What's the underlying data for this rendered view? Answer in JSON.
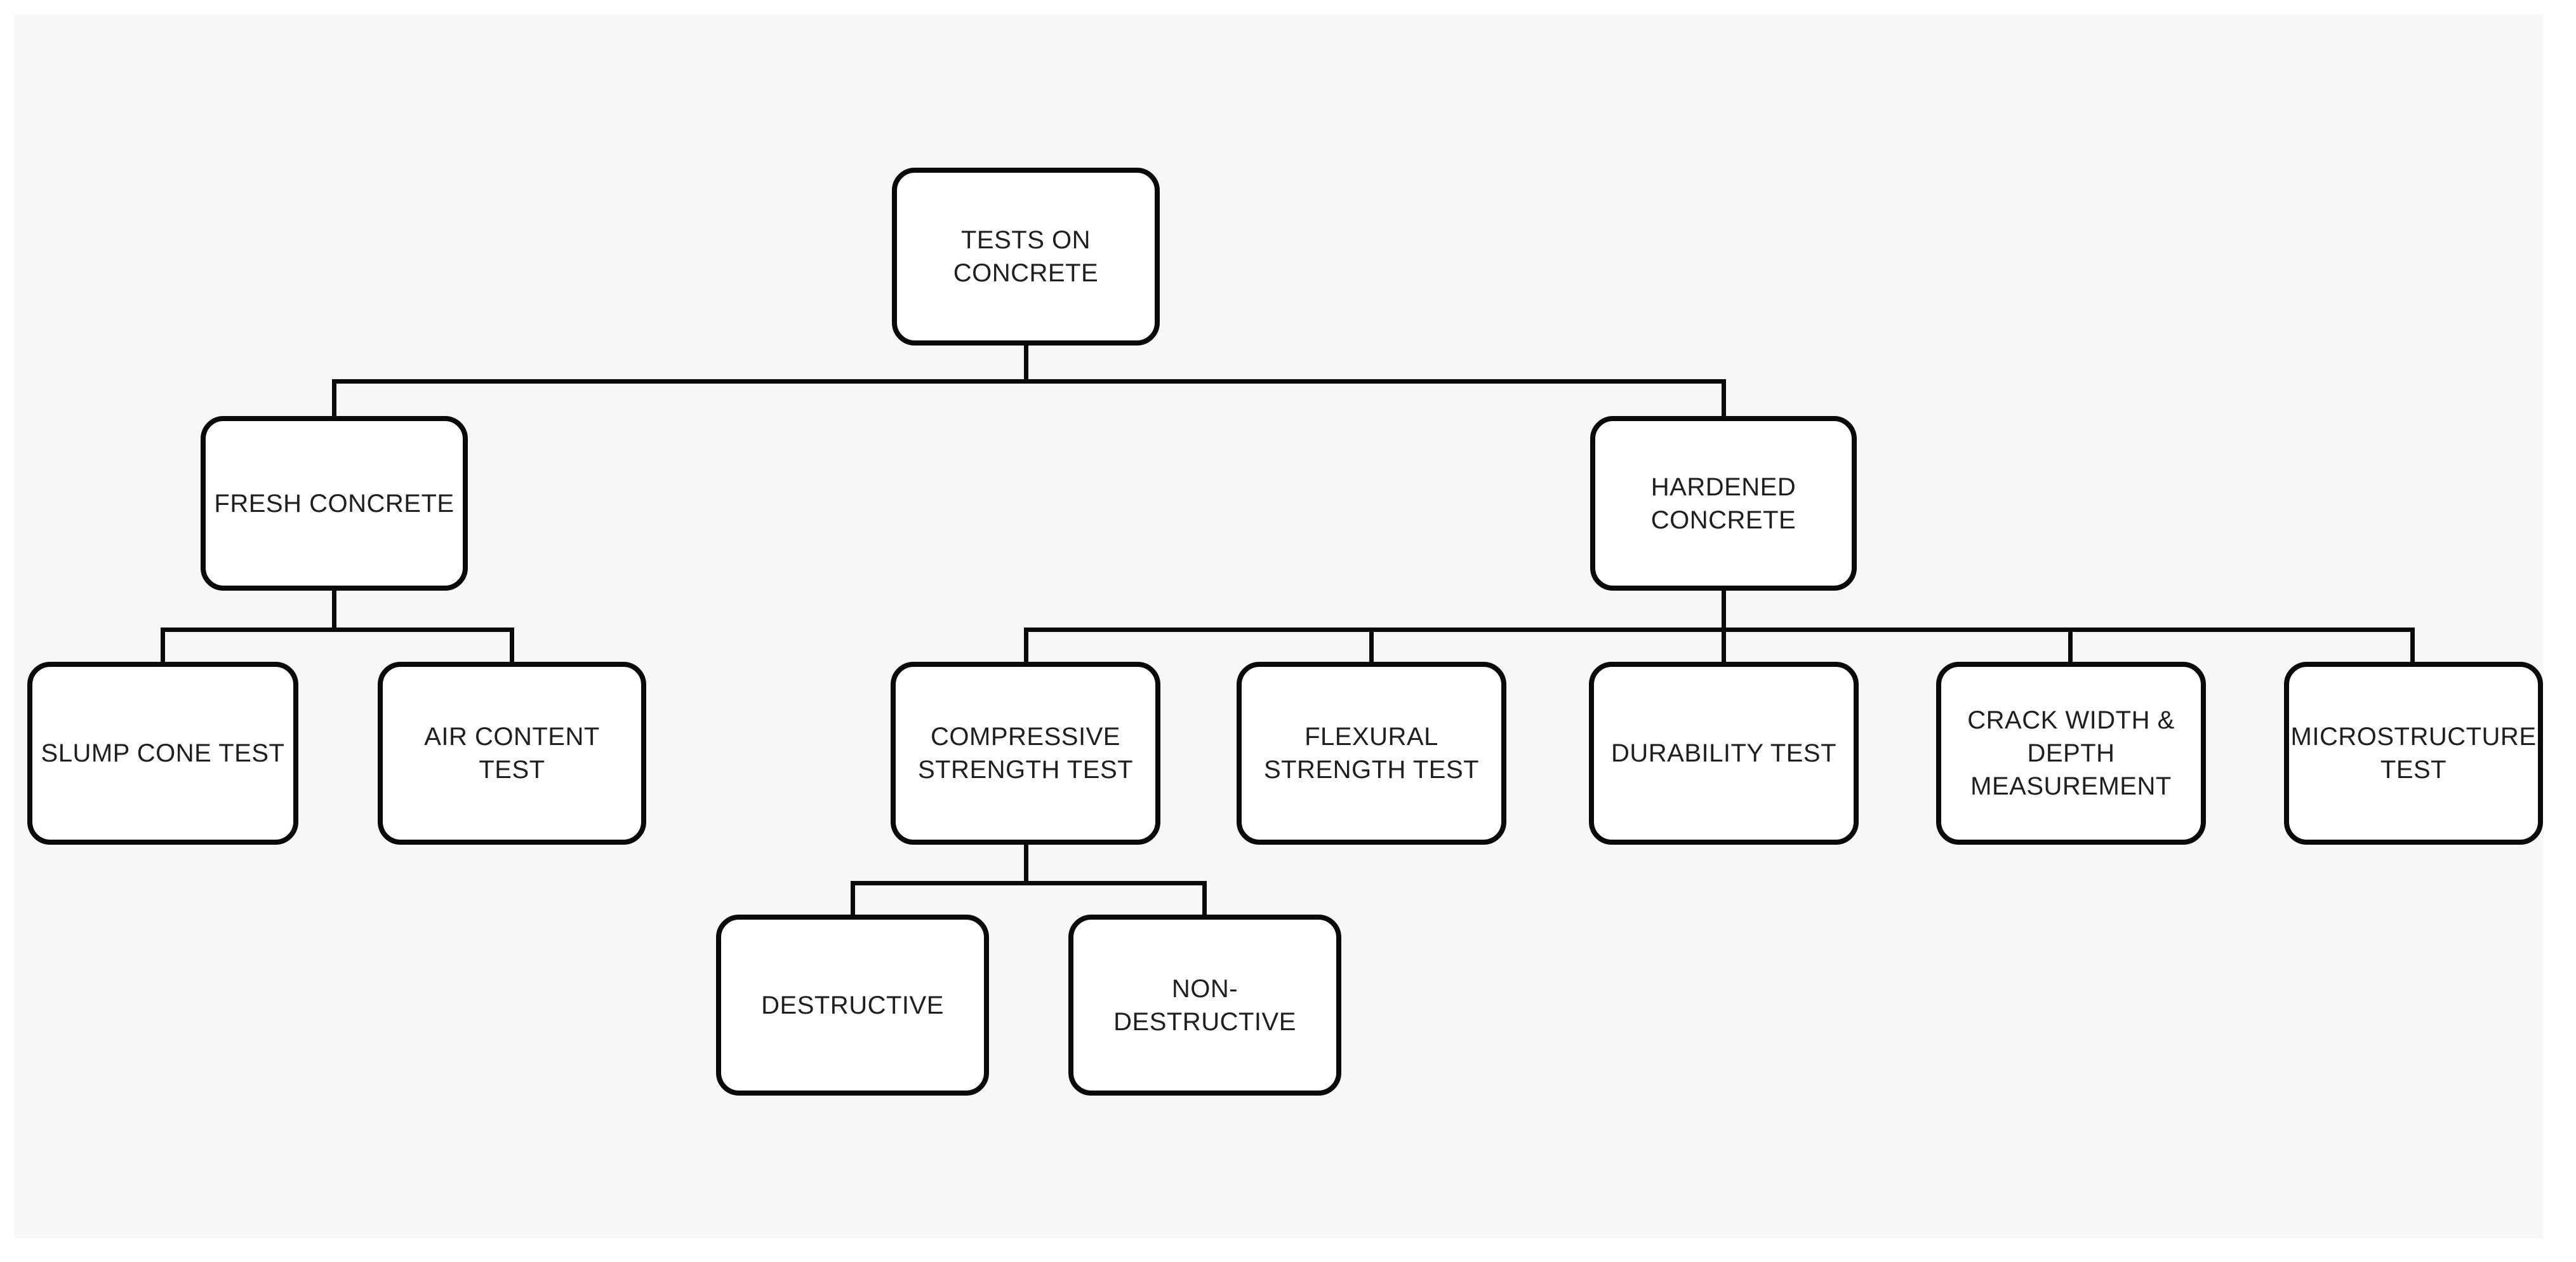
{
  "diagram": {
    "type": "org-chart",
    "page_background": "#ffffff",
    "canvas_background": "#f7f7f7",
    "line_color": "#0a0a0a",
    "box_background": "#ffffff",
    "text_color": "#1f1f1f"
  },
  "nodes": {
    "root": {
      "label": "TESTS ON\nCONCRETE"
    },
    "fresh_concrete": {
      "label": "FRESH CONCRETE"
    },
    "hardened_concrete": {
      "label": "HARDENED\nCONCRETE"
    },
    "slump_cone_test": {
      "label": "SLUMP CONE TEST"
    },
    "air_content_test": {
      "label": "AIR CONTENT TEST"
    },
    "compressive_strength_test": {
      "label": "COMPRESSIVE\nSTRENGTH TEST"
    },
    "flexural_strength_test": {
      "label": "FLEXURAL\nSTRENGTH TEST"
    },
    "durability_test": {
      "label": "DURABILITY TEST"
    },
    "crack_width_depth_measurement": {
      "label": "CRACK WIDTH &\nDEPTH\nMEASUREMENT"
    },
    "microstructure_test": {
      "label": "MICROSTRUCTURE\nTEST"
    },
    "destructive": {
      "label": "DESTRUCTIVE"
    },
    "non_destructive": {
      "label": "NON-DESTRUCTIVE"
    }
  },
  "hierarchy": [
    {
      "parent": "TESTS ON CONCRETE",
      "children": [
        "FRESH CONCRETE",
        "HARDENED CONCRETE"
      ]
    },
    {
      "parent": "FRESH CONCRETE",
      "children": [
        "SLUMP CONE TEST",
        "AIR CONTENT TEST"
      ]
    },
    {
      "parent": "HARDENED CONCRETE",
      "children": [
        "COMPRESSIVE STRENGTH TEST",
        "FLEXURAL STRENGTH TEST",
        "DURABILITY TEST",
        "CRACK WIDTH & DEPTH MEASUREMENT",
        "MICROSTRUCTURE TEST"
      ]
    },
    {
      "parent": "COMPRESSIVE STRENGTH TEST",
      "children": [
        "DESTRUCTIVE",
        "NON-DESTRUCTIVE"
      ]
    }
  ]
}
